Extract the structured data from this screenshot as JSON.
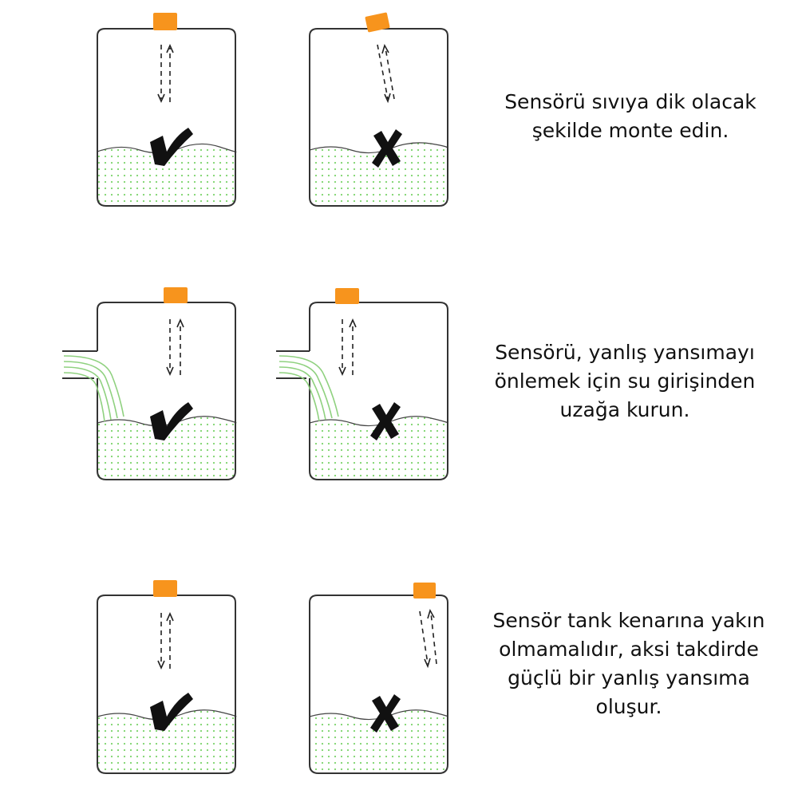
{
  "rows": [
    {
      "instruction_lines": [
        "Sensörü sıvıya dik olacak",
        "şekilde monte edin."
      ],
      "left_result": "correct",
      "right_result": "wrong"
    },
    {
      "instruction_lines": [
        "Sensörü, yanlış yansımayı",
        "önlemek için su girişinden",
        "uzağa kurun."
      ],
      "left_result": "correct",
      "right_result": "wrong"
    },
    {
      "instruction_lines": [
        "Sensör tank kenarına yakın",
        "olmamalıdır, aksi takdirde",
        "güçlü bir yanlış yansıma",
        "oluşur."
      ],
      "left_result": "correct",
      "right_result": "wrong"
    }
  ],
  "icons": {
    "correct": "check-mark-icon",
    "wrong": "cross-mark-icon",
    "sensor": "ultrasonic-sensor-icon"
  },
  "colors": {
    "sensor": "#f7941d",
    "liquid_dots": "#7bd36b",
    "inflow": "#8fd17f",
    "outline": "#333333",
    "mark": "#111111"
  }
}
